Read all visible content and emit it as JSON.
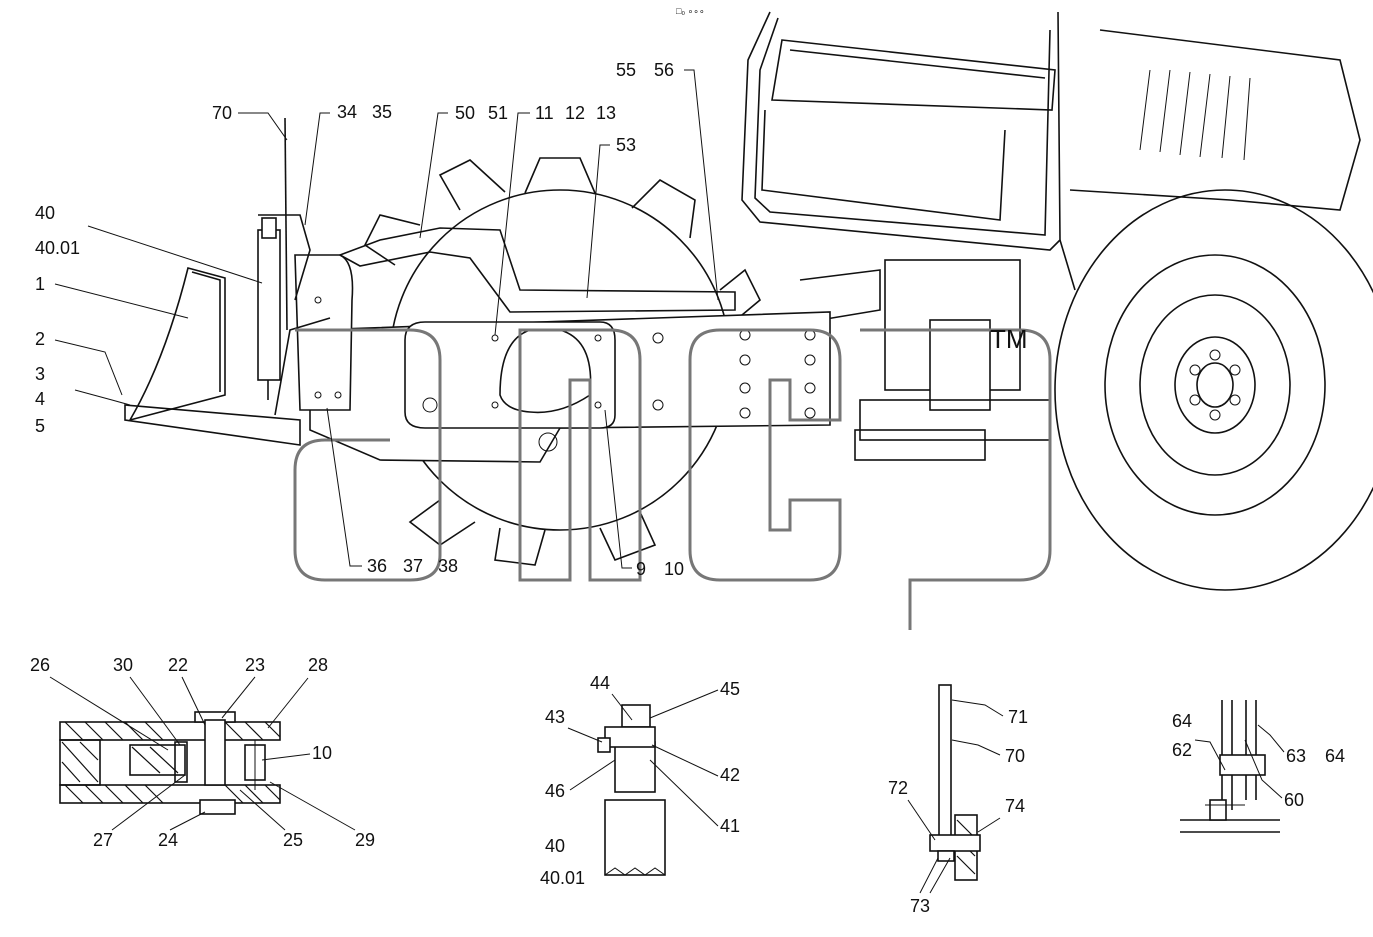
{
  "header_mark": "□₀ ∘∘∘",
  "watermark": {
    "text": "sncp",
    "trademark": "TM"
  },
  "callouts": {
    "c70": "70",
    "c34": "34",
    "c35": "35",
    "c50": "50",
    "c51": "51",
    "c11": "11",
    "c12": "12",
    "c13": "13",
    "c53": "53",
    "c55": "55",
    "c56": "56",
    "c40": "40",
    "c40_01": "40.01",
    "c1": "1",
    "c2": "2",
    "c3": "3",
    "c4": "4",
    "c5": "5",
    "c36": "36",
    "c37": "37",
    "c38": "38",
    "c9": "9",
    "c10": "10"
  },
  "detail_a": {
    "c26": "26",
    "c30": "30",
    "c22": "22",
    "c23": "23",
    "c28": "28",
    "c10": "10",
    "c27": "27",
    "c24": "24",
    "c25": "25",
    "c29": "29"
  },
  "detail_b": {
    "c44": "44",
    "c45": "45",
    "c43": "43",
    "c42": "42",
    "c46": "46",
    "c41": "41",
    "c40": "40",
    "c40_01": "40.01"
  },
  "detail_c": {
    "c71": "71",
    "c70": "70",
    "c72": "72",
    "c74": "74",
    "c73": "73"
  },
  "detail_d": {
    "c64a": "64",
    "c62": "62",
    "c63": "63",
    "c64b": "64",
    "c60": "60"
  }
}
